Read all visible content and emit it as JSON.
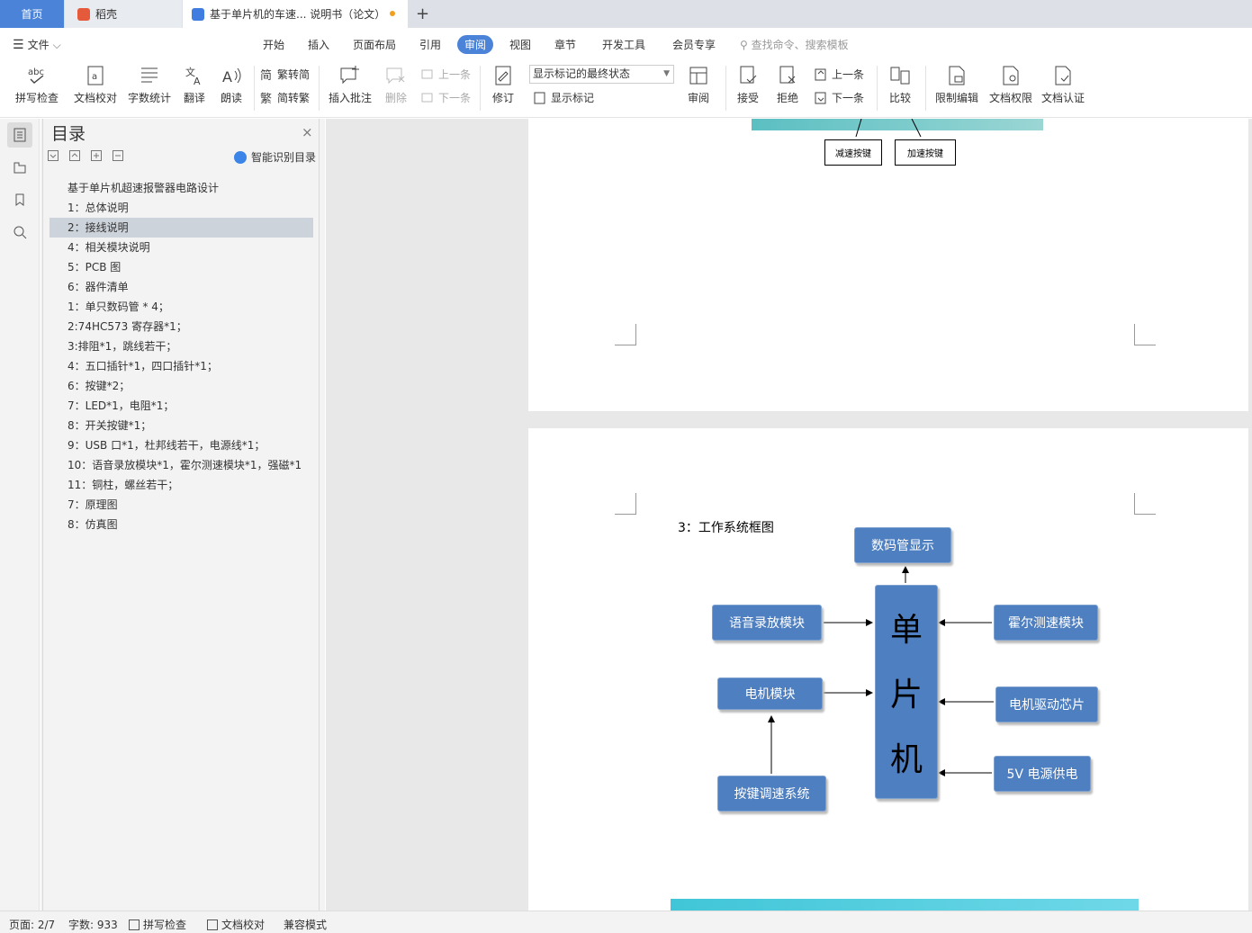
{
  "tabs": {
    "home": "首页",
    "daoke": "稻壳",
    "doc": "基于单片机的车速... 说明书（论文）",
    "add": "+"
  },
  "menu": {
    "file": "文件",
    "items": [
      "开始",
      "插入",
      "页面布局",
      "引用",
      "审阅",
      "视图",
      "章节",
      "开发工具",
      "会员专享"
    ],
    "search_placeholder": "查找命令、搜索模板"
  },
  "ribbon": {
    "spell": "拼写检查",
    "proof": "文档校对",
    "wordcount": "字数统计",
    "translate": "翻译",
    "read": "朗读",
    "trad": "繁转简",
    "simp": "简转繁",
    "insert_comment": "插入批注",
    "delete": "删除",
    "prev_comment": "上一条",
    "next_comment": "下一条",
    "revise": "修订",
    "markup_state": "显示标记的最终状态",
    "show_markup": "显示标记",
    "review": "审阅",
    "accept": "接受",
    "reject": "拒绝",
    "prev_change": "上一条",
    "next_change": "下一条",
    "compare": "比较",
    "restrict": "限制编辑",
    "permission": "文档权限",
    "certify": "文档认证"
  },
  "toc": {
    "title": "目录",
    "smart": "智能识别目录",
    "items": [
      "基于单片机超速报警器电路设计",
      "1：总体说明",
      "2：接线说明",
      "4：相关模块说明",
      "5：PCB 图",
      "6：器件清单",
      "1：单只数码管 * 4；",
      "2:74HC573 寄存器*1；",
      "3:排阻*1，跳线若干；",
      "4：五口插针*1，四口插针*1；",
      "6：按键*2；",
      "7：LED*1，电阻*1；",
      "8：开关按键*1；",
      "9：USB 口*1，杜邦线若干，电源线*1；",
      "10：语音录放模块*1，霍尔测速模块*1，强磁*1",
      "11：铜柱，螺丝若干；",
      "7：原理图",
      "8：仿真图"
    ],
    "selected_index": 2
  },
  "doc": {
    "prev_boxes": [
      "减速按键",
      "加速按键"
    ],
    "heading": "3：工作系统框图",
    "mcu": [
      "单",
      "片",
      "机"
    ],
    "blocks": {
      "display": "数码管显示",
      "voice": "语音录放模块",
      "motor": "电机模块",
      "keys": "按键调速系统",
      "hall": "霍尔测速模块",
      "driver": "电机驱动芯片",
      "power": "5V 电源供电"
    }
  },
  "status": {
    "page": "页面: 2/7",
    "words": "字数: 933",
    "spell": "拼写检查",
    "proof": "文档校对",
    "compat": "兼容模式"
  }
}
